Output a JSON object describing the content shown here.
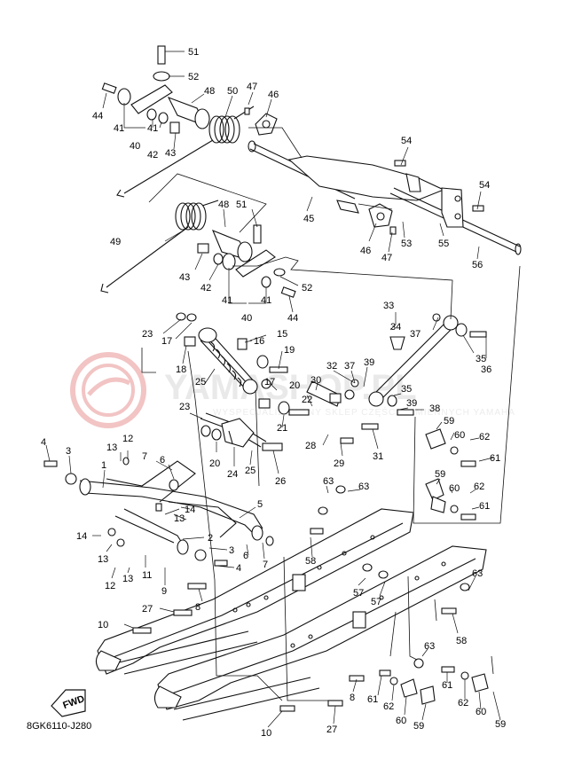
{
  "diagram": {
    "drawing_code": "8GK6110-J280",
    "direction_badge": "FWD",
    "watermark": {
      "main": "YAMASHOP.PL",
      "sub": "WYSPECJALIZOWANY SKLEP CZĘŚCI ZAMIENNYCH YAMAHA"
    },
    "callouts": [
      {
        "id": "c51a",
        "label": "51"
      },
      {
        "id": "c52a",
        "label": "52"
      },
      {
        "id": "c44a",
        "label": "44"
      },
      {
        "id": "c48a",
        "label": "48"
      },
      {
        "id": "c50",
        "label": "50"
      },
      {
        "id": "c47a",
        "label": "47"
      },
      {
        "id": "c46a",
        "label": "46"
      },
      {
        "id": "c41a",
        "label": "41"
      },
      {
        "id": "c41b",
        "label": "41"
      },
      {
        "id": "c40a",
        "label": "40"
      },
      {
        "id": "c42a",
        "label": "42"
      },
      {
        "id": "c43a",
        "label": "43"
      },
      {
        "id": "c54a",
        "label": "54"
      },
      {
        "id": "c54b",
        "label": "54"
      },
      {
        "id": "c45",
        "label": "45"
      },
      {
        "id": "c46b",
        "label": "46"
      },
      {
        "id": "c47b",
        "label": "47"
      },
      {
        "id": "c53",
        "label": "53"
      },
      {
        "id": "c55",
        "label": "55"
      },
      {
        "id": "c56",
        "label": "56"
      },
      {
        "id": "c48b",
        "label": "48"
      },
      {
        "id": "c51b",
        "label": "51"
      },
      {
        "id": "c49",
        "label": "49"
      },
      {
        "id": "c43b",
        "label": "43"
      },
      {
        "id": "c42b",
        "label": "42"
      },
      {
        "id": "c41c",
        "label": "41"
      },
      {
        "id": "c41d",
        "label": "41"
      },
      {
        "id": "c52b",
        "label": "52"
      },
      {
        "id": "c40b",
        "label": "40"
      },
      {
        "id": "c44b",
        "label": "44"
      },
      {
        "id": "c33",
        "label": "33"
      },
      {
        "id": "c34",
        "label": "34"
      },
      {
        "id": "c37a",
        "label": "37"
      },
      {
        "id": "c23a",
        "label": "23"
      },
      {
        "id": "c17a",
        "label": "17"
      },
      {
        "id": "c16",
        "label": "16"
      },
      {
        "id": "c15",
        "label": "15"
      },
      {
        "id": "c19",
        "label": "19"
      },
      {
        "id": "c18",
        "label": "18"
      },
      {
        "id": "c35a",
        "label": "35"
      },
      {
        "id": "c36",
        "label": "36"
      },
      {
        "id": "c32",
        "label": "32"
      },
      {
        "id": "c37b",
        "label": "37"
      },
      {
        "id": "c39a",
        "label": "39"
      },
      {
        "id": "c17b",
        "label": "17"
      },
      {
        "id": "c20a",
        "label": "20"
      },
      {
        "id": "c25a",
        "label": "25"
      },
      {
        "id": "c30",
        "label": "30"
      },
      {
        "id": "c22",
        "label": "22"
      },
      {
        "id": "c35b",
        "label": "35"
      },
      {
        "id": "c39b",
        "label": "39"
      },
      {
        "id": "c38",
        "label": "38"
      },
      {
        "id": "c23b",
        "label": "23"
      },
      {
        "id": "c21",
        "label": "21"
      },
      {
        "id": "c59a",
        "label": "59"
      },
      {
        "id": "c28",
        "label": "28"
      },
      {
        "id": "c31",
        "label": "31"
      },
      {
        "id": "c60a",
        "label": "60"
      },
      {
        "id": "c62a",
        "label": "62"
      },
      {
        "id": "c20b",
        "label": "20"
      },
      {
        "id": "c24",
        "label": "24"
      },
      {
        "id": "c25b",
        "label": "25"
      },
      {
        "id": "c26",
        "label": "26"
      },
      {
        "id": "c29",
        "label": "29"
      },
      {
        "id": "c61a",
        "label": "61"
      },
      {
        "id": "c4a",
        "label": "4"
      },
      {
        "id": "c3a",
        "label": "3"
      },
      {
        "id": "c13a",
        "label": "13"
      },
      {
        "id": "c12a",
        "label": "12"
      },
      {
        "id": "c7a",
        "label": "7"
      },
      {
        "id": "c6a",
        "label": "6"
      },
      {
        "id": "c1",
        "label": "1"
      },
      {
        "id": "c63a",
        "label": "63"
      },
      {
        "id": "c63b",
        "label": "63"
      },
      {
        "id": "c59b",
        "label": "59"
      },
      {
        "id": "c60b",
        "label": "60"
      },
      {
        "id": "c62b",
        "label": "62"
      },
      {
        "id": "c14a",
        "label": "14"
      },
      {
        "id": "c5",
        "label": "5"
      },
      {
        "id": "c61b",
        "label": "61"
      },
      {
        "id": "c13b",
        "label": "13"
      },
      {
        "id": "c14b",
        "label": "14"
      },
      {
        "id": "c2",
        "label": "2"
      },
      {
        "id": "c13c",
        "label": "13"
      },
      {
        "id": "c3b",
        "label": "3"
      },
      {
        "id": "c6b",
        "label": "6"
      },
      {
        "id": "c58a",
        "label": "58"
      },
      {
        "id": "c4b",
        "label": "4"
      },
      {
        "id": "c7b",
        "label": "7"
      },
      {
        "id": "c12b",
        "label": "12"
      },
      {
        "id": "c13d",
        "label": "13"
      },
      {
        "id": "c11",
        "label": "11"
      },
      {
        "id": "c57a",
        "label": "57"
      },
      {
        "id": "c57b",
        "label": "57"
      },
      {
        "id": "c63c",
        "label": "63"
      },
      {
        "id": "c9",
        "label": "9"
      },
      {
        "id": "c27a",
        "label": "27"
      },
      {
        "id": "c8a",
        "label": "8"
      },
      {
        "id": "c58b",
        "label": "58"
      },
      {
        "id": "c10a",
        "label": "10"
      },
      {
        "id": "c63d",
        "label": "63"
      },
      {
        "id": "c8b",
        "label": "8"
      },
      {
        "id": "c61c",
        "label": "61"
      },
      {
        "id": "c62c",
        "label": "62"
      },
      {
        "id": "c60c",
        "label": "60"
      },
      {
        "id": "c59c",
        "label": "59"
      },
      {
        "id": "c61d",
        "label": "61"
      },
      {
        "id": "c62d",
        "label": "62"
      },
      {
        "id": "c60d",
        "label": "60"
      },
      {
        "id": "c59d",
        "label": "59"
      },
      {
        "id": "c10b",
        "label": "10"
      },
      {
        "id": "c27b",
        "label": "27"
      }
    ]
  }
}
